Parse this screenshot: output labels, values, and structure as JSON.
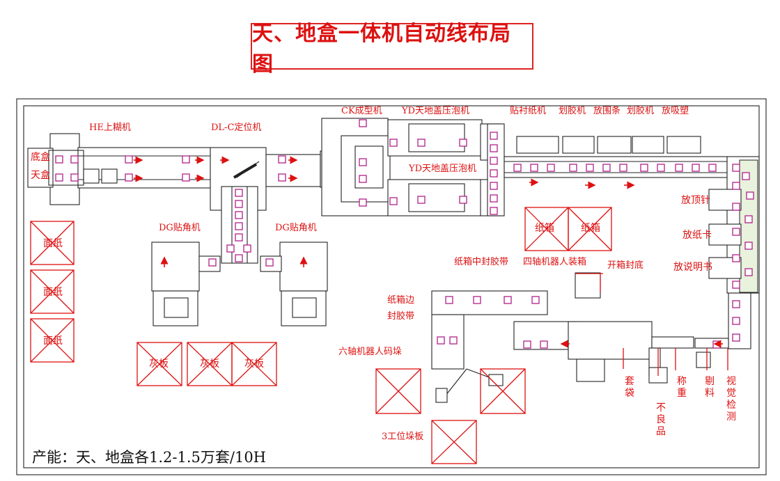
{
  "title": "天、地盒一体机自动线布局图",
  "labels": {
    "he": "HE上糊机",
    "dlc": "DL-C定位机",
    "ck": "CK成型机",
    "yd_top": "YD天地盖压泡机",
    "yd_mid": "YD天地盖压泡机",
    "dg_left": "DG贴角机",
    "dg_right": "DG贴角机",
    "tiechenzhi": "贴衬纸机",
    "huajiao1": "划胶机",
    "fangweitiao": "放围条",
    "huajiao2": "划胶机",
    "fangxisu": "放吸塑",
    "fangdingzhen": "放顶针",
    "fangzhika": "放纸卡",
    "fangshuomingshu": "放说明书",
    "zhixiang1": "纸箱",
    "zhixiang2": "纸箱",
    "zhongfeng": "纸箱中封胶带",
    "sizhou": "四轴机器人装箱",
    "kaixiang": "开箱封底",
    "bianfeng_1": "纸箱边",
    "bianfeng_2": "封胶带",
    "liuzhou": "六轴机器人码垛",
    "sangong": "3工位垛板",
    "miankzhi": [
      "面纸",
      "面纸",
      "面纸"
    ],
    "huiban": [
      "灰板",
      "灰板",
      "灰板"
    ],
    "taodai": "套袋",
    "buliangpin": "不良品",
    "chengzhong": "称重",
    "tiliao": "剔料",
    "shijuejiance": "视觉检测",
    "dikou": "底盒",
    "tiankou": "天盒",
    "capacity": "产能：天、地盒各1.2-1.5万套/10H"
  },
  "colors": {
    "accent_red": "#d11",
    "product_pink": "#b0208a",
    "line": "#222"
  }
}
